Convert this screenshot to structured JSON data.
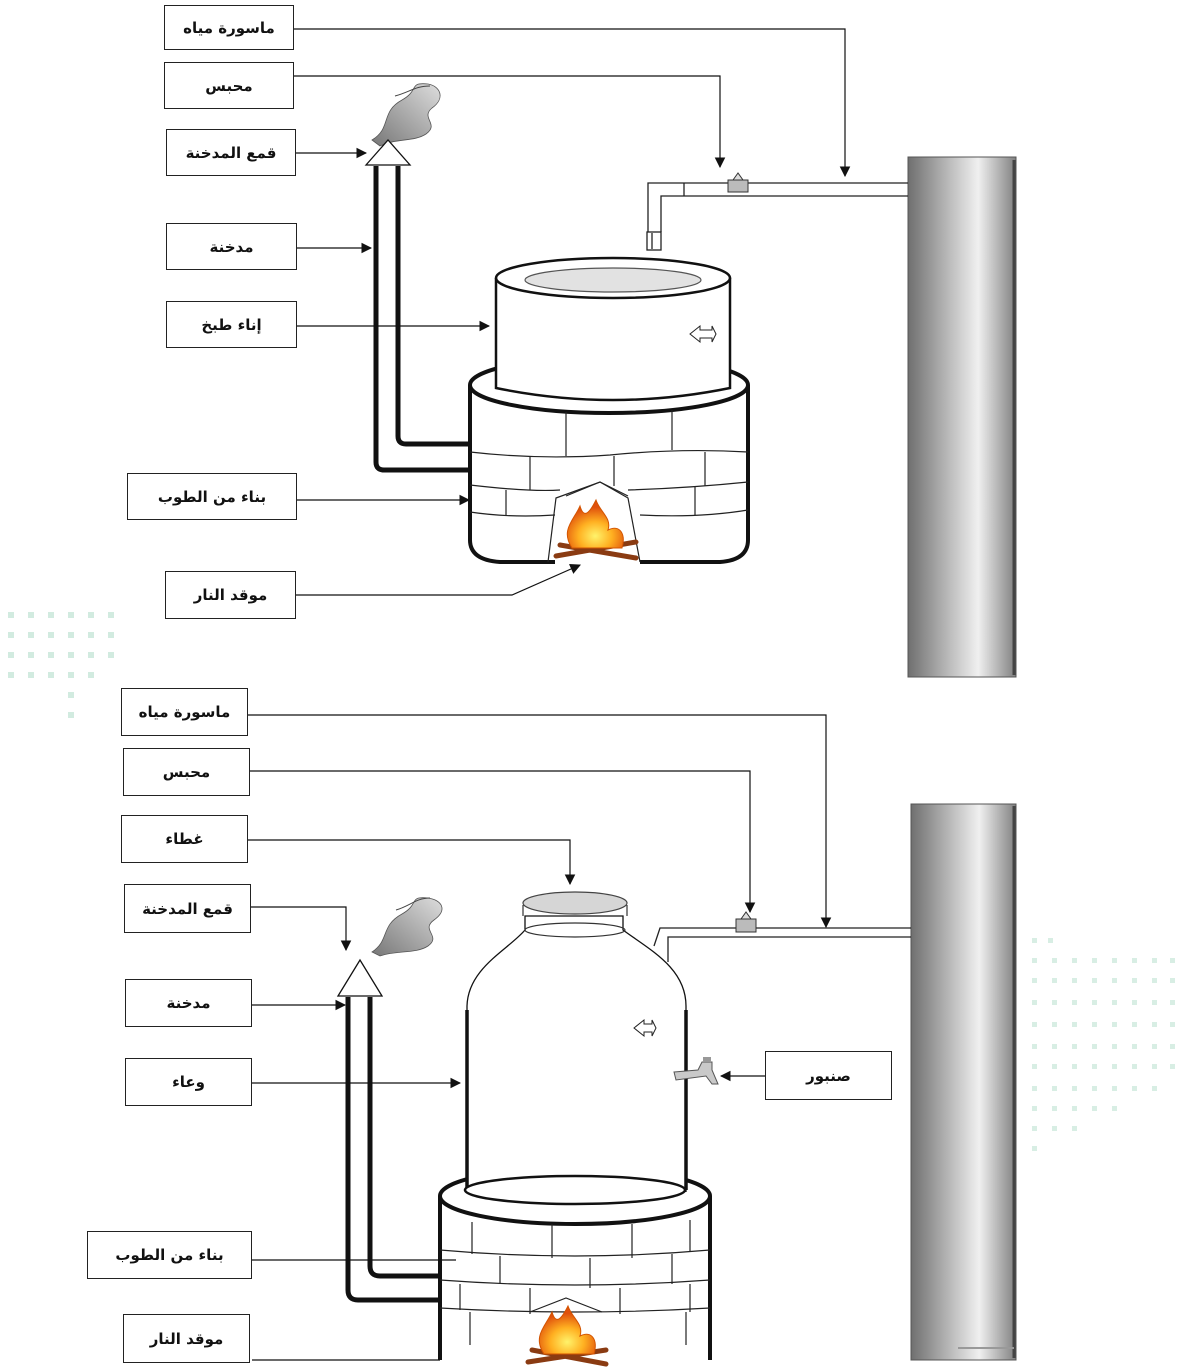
{
  "top_diagram": {
    "labels": {
      "water_pipe": "ماسورة مياه",
      "valve": "محبس",
      "chimney_cap": "قمع المدخنة",
      "chimney": "مدخنة",
      "cooking_pot": "إناء طبخ",
      "brick_structure": "بناء من الطوب",
      "fire_pit": "موقد النار"
    }
  },
  "bottom_diagram": {
    "labels": {
      "water_pipe": "ماسورة مياه",
      "valve": "محبس",
      "lid": "غطاء",
      "chimney_cap": "قمع المدخنة",
      "chimney": "مدخنة",
      "container": "وعاء",
      "faucet": "صنبور",
      "brick_structure": "بناء من الطوب",
      "fire_pit": "موقد النار"
    }
  },
  "colors": {
    "line": "#111111",
    "pillar_dark": "#7a7a7a",
    "pillar_light": "#e6e6e6",
    "flame": "#f7941d",
    "dots": "#cfe8dc"
  },
  "icons": [
    "wall-pillar",
    "valve-icon",
    "smoke-icon",
    "fire-icon",
    "faucet-icon"
  ]
}
